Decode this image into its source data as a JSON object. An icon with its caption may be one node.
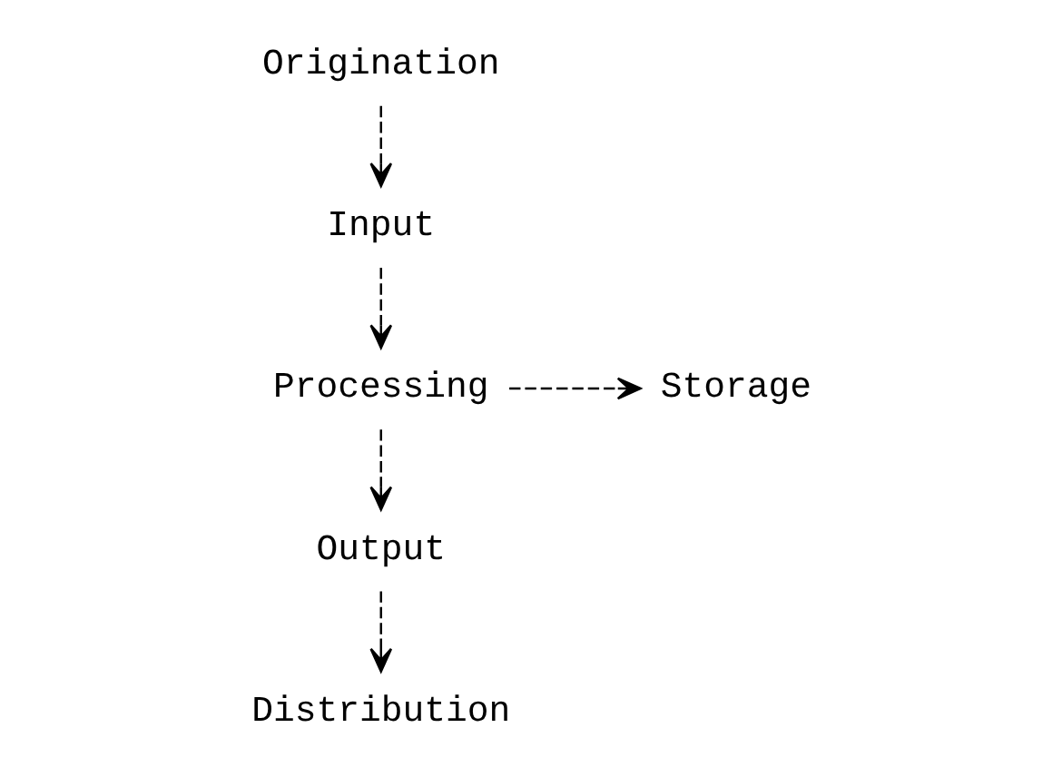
{
  "diagram": {
    "nodes": [
      {
        "text": [
          "Origination"
        ]
      },
      {
        "text": [
          "Input"
        ]
      },
      {
        "text": [
          "Processing"
        ]
      },
      {
        "text": [
          "Storage"
        ]
      },
      {
        "text": [
          "Output"
        ]
      },
      {
        "text": [
          "Distribution"
        ]
      }
    ],
    "edges": [
      {
        "from": 0,
        "to": 1,
        "arrow": "to",
        "style": "dashed"
      },
      {
        "from": 1,
        "to": 2,
        "arrow": "to",
        "style": "dashed"
      },
      {
        "from": 2,
        "to": 3,
        "arrow": "to",
        "style": "dashed"
      },
      {
        "from": 2,
        "to": 4,
        "arrow": "to",
        "style": "dashed"
      },
      {
        "from": 4,
        "to": 5,
        "arrow": "to",
        "style": "dashed"
      }
    ]
  }
}
